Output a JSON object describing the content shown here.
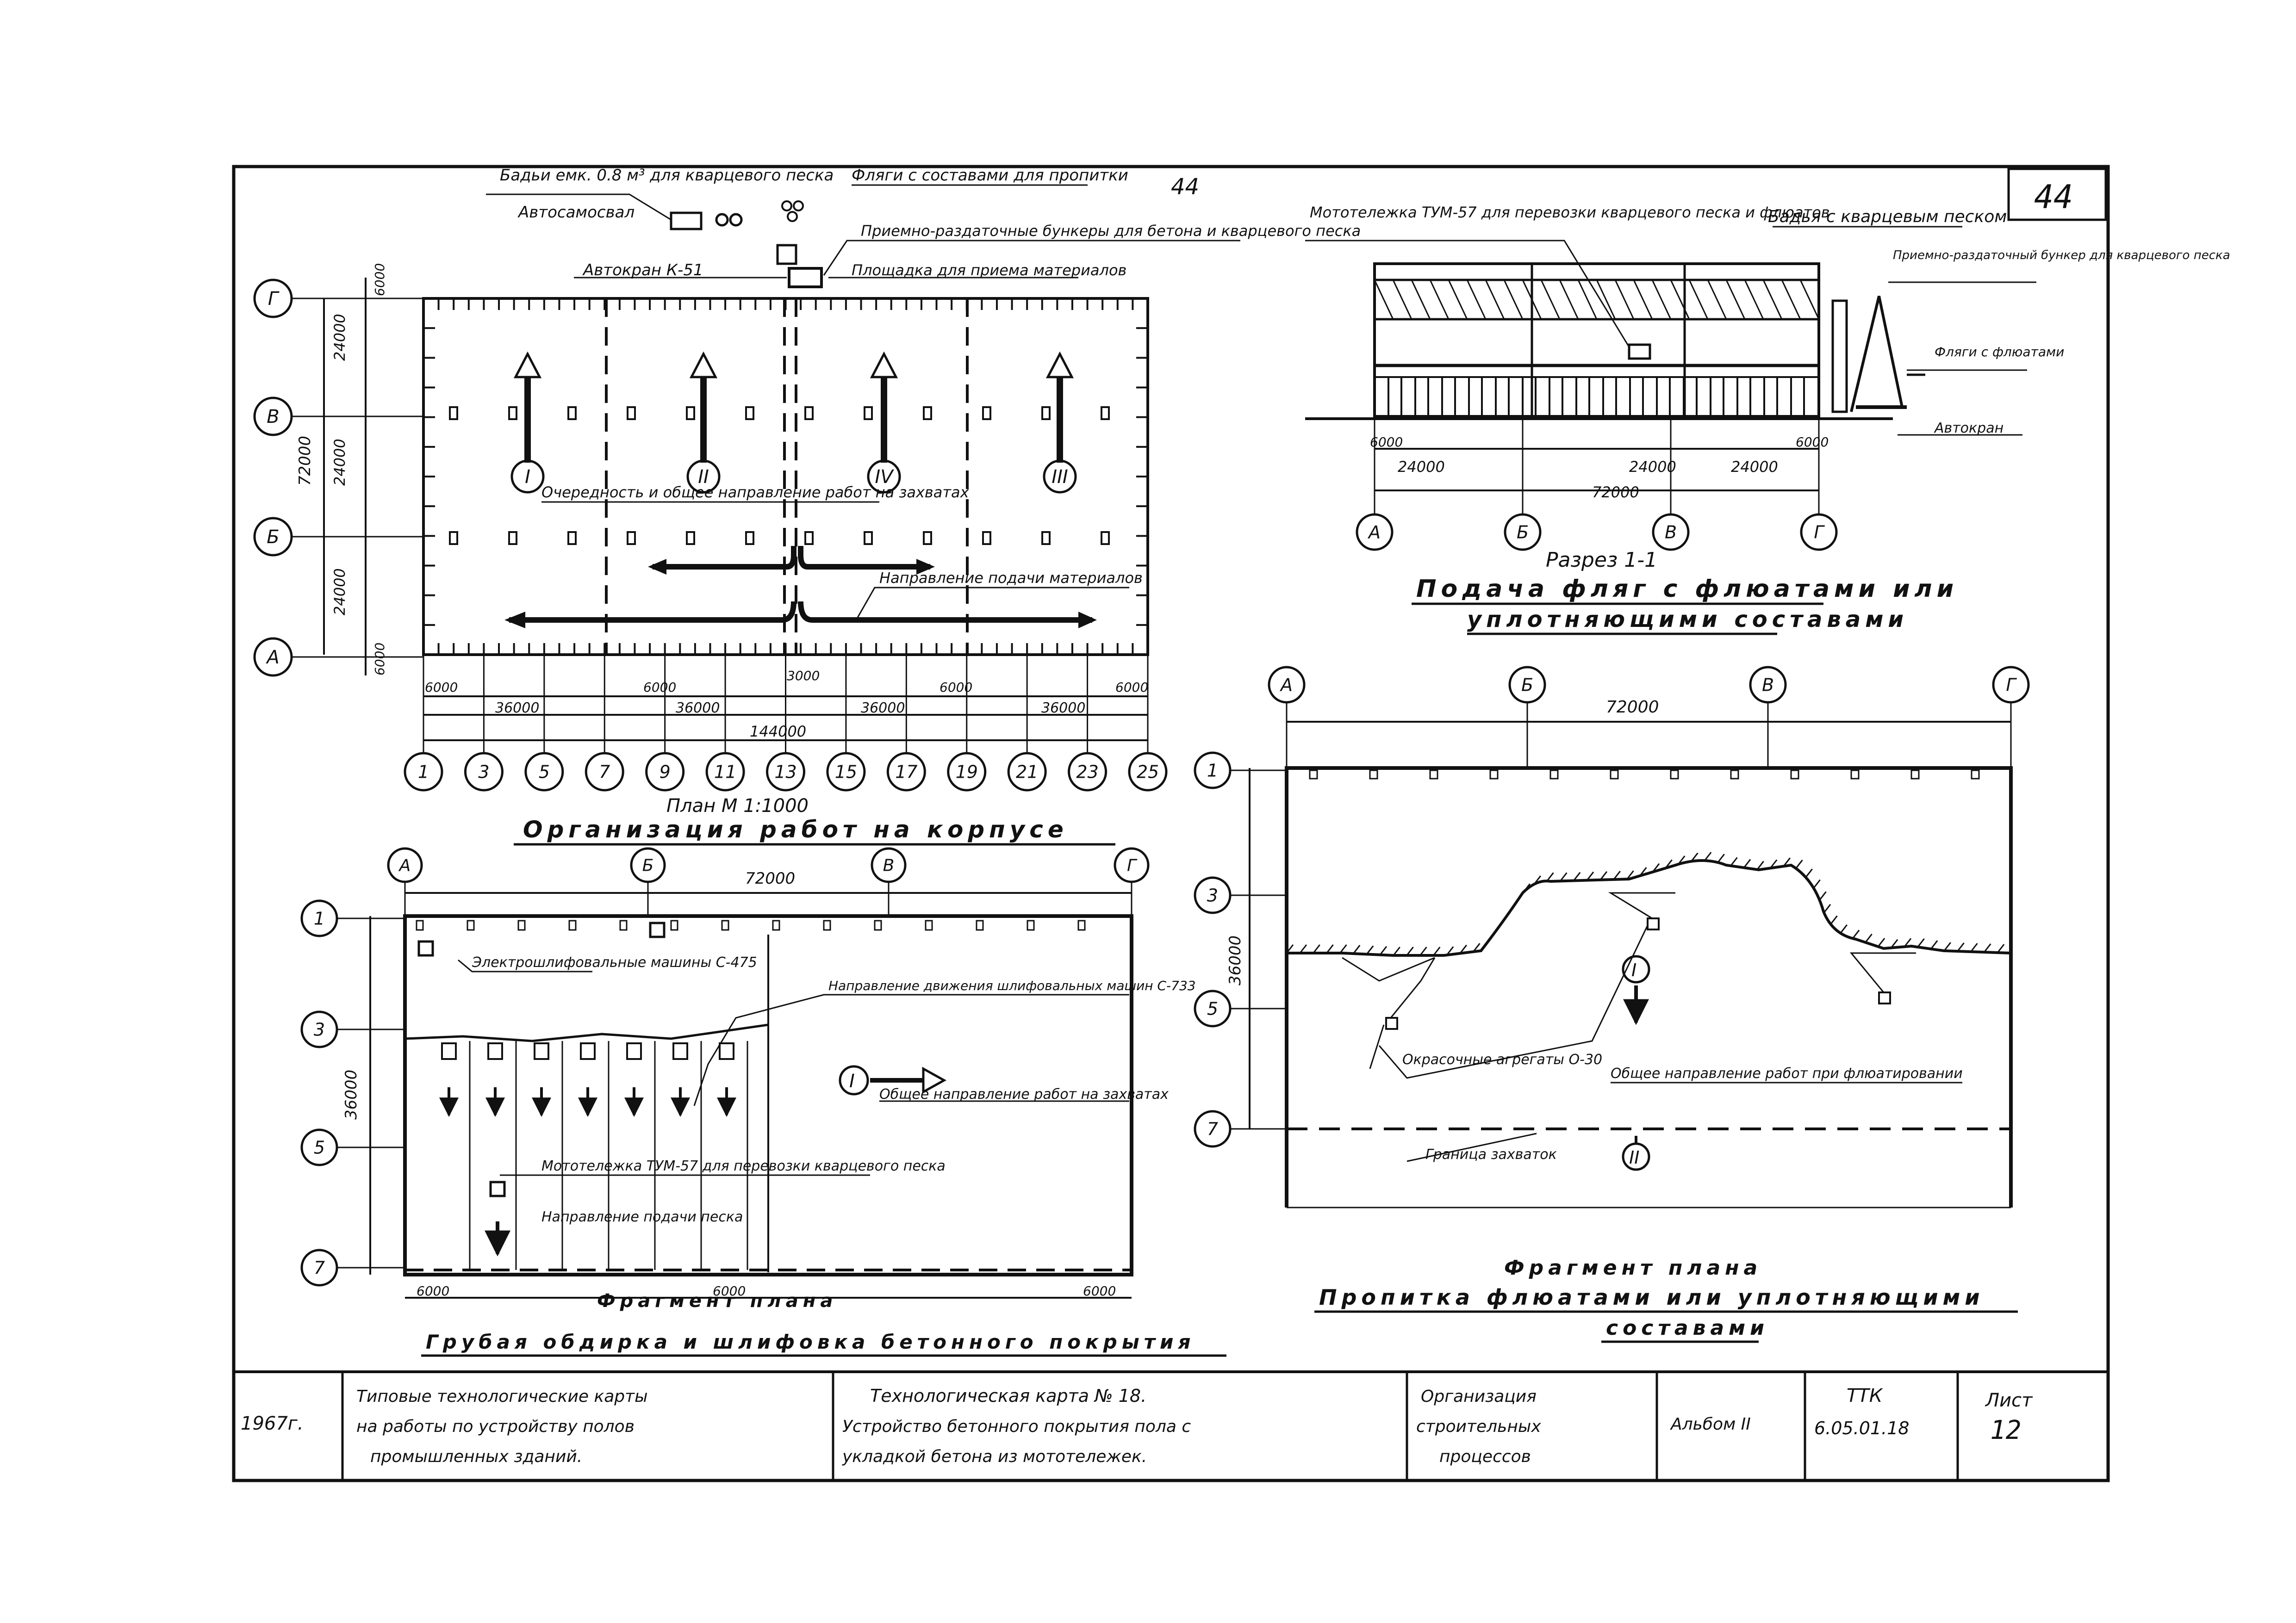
{
  "page_number": "44",
  "sheet_corner_number": "44",
  "plan": {
    "labels": {
      "buckets": "Бадьи емк. 0.8 м³ для кварцевого песка",
      "dump_truck": "Автосамосвал",
      "flasks": "Фляги с составами для пропитки",
      "hoppers": "Приемно-раздаточные бункеры для бетона и кварцевого песка",
      "platform": "Площадка для приема материалов",
      "crane": "Автокран К-51",
      "sequence": "Очередность и общее направление работ на захватах",
      "supply": "Направление подачи материалов"
    },
    "zones": [
      "I",
      "II",
      "IV",
      "III"
    ],
    "row_axes": [
      "Г",
      "В",
      "Б",
      "А"
    ],
    "col_axes": [
      "1",
      "3",
      "5",
      "7",
      "9",
      "11",
      "13",
      "15",
      "17",
      "19",
      "21",
      "23",
      "25"
    ],
    "dims_left": [
      "6000",
      "24000",
      "24000",
      "24000",
      "6000",
      "72000"
    ],
    "dims_bottom": [
      "6000",
      "6000",
      "3000",
      "6000",
      "6000",
      "36000",
      "36000",
      "36000",
      "36000",
      "144000"
    ],
    "caption": "План М 1:1000",
    "title": "Организация работ на корпусе"
  },
  "section": {
    "labels": {
      "trolley": "Мототележка ТУМ-57 для перевозки кварцевого песка и флюатов",
      "bucket": "Бадья с кварцевым песком",
      "hopper": "Приемно-раздаточный бункер для кварцевого песка",
      "flasks": "Фляги с флюатами",
      "crane": "Автокран"
    },
    "axes": [
      "А",
      "Б",
      "В",
      "Г"
    ],
    "dims": [
      "6000",
      "24000",
      "24000",
      "24000",
      "6000",
      "72000"
    ],
    "caption": "Разрез 1-1",
    "title1": "Подача фляг с флюатами или",
    "title2": "уплотняющими составами"
  },
  "fragment_left": {
    "labels": {
      "grinders": "Электрошлифовальные машины С-475",
      "direction": "Направление движения шлифовальных машин С-733",
      "general": "Общее направление работ на захватах",
      "trolley": "Мототележка ТУМ-57 для перевозки кварцевого песка",
      "feed": "Направление подачи песка"
    },
    "zone": "I",
    "col_axes": [
      "А",
      "Б",
      "В",
      "Г"
    ],
    "row_axes": [
      "1",
      "3",
      "5",
      "7"
    ],
    "dim_top": "72000",
    "dim_left": "36000",
    "dims_bottom": [
      "6000",
      "6000",
      "6000"
    ],
    "caption": "Фрагмент плана",
    "title": "Грубая обдирка и шлифовка бетонного покрытия"
  },
  "fragment_right": {
    "labels": {
      "sprayers": "Окрасочные агрегаты О-30",
      "general": "Общее направление работ при флюатировании",
      "boundary": "Граница захваток"
    },
    "zones": [
      "I",
      "II"
    ],
    "col_axes": [
      "А",
      "Б",
      "В",
      "Г"
    ],
    "row_axes": [
      "1",
      "3",
      "5",
      "7"
    ],
    "dim_top": "72000",
    "dim_left": "36000",
    "caption": "Фрагмент плана",
    "title1": "Пропитка флюатами или уплотняющими",
    "title2": "составами"
  },
  "title_block": {
    "year": "1967г.",
    "series": [
      "Типовые технологические карты",
      "на работы по устройству полов",
      "промышленных зданий."
    ],
    "card": [
      "Технологическая карта № 18.",
      "Устройство бетонного покрытия пола с",
      "укладкой бетона из мототележек."
    ],
    "section": [
      "Организация",
      "строительных",
      "процессов"
    ],
    "album": "Альбом II",
    "code": [
      "ТТК",
      "6.05.01.18"
    ],
    "sheet_label": "Лист",
    "sheet_no": "12"
  }
}
